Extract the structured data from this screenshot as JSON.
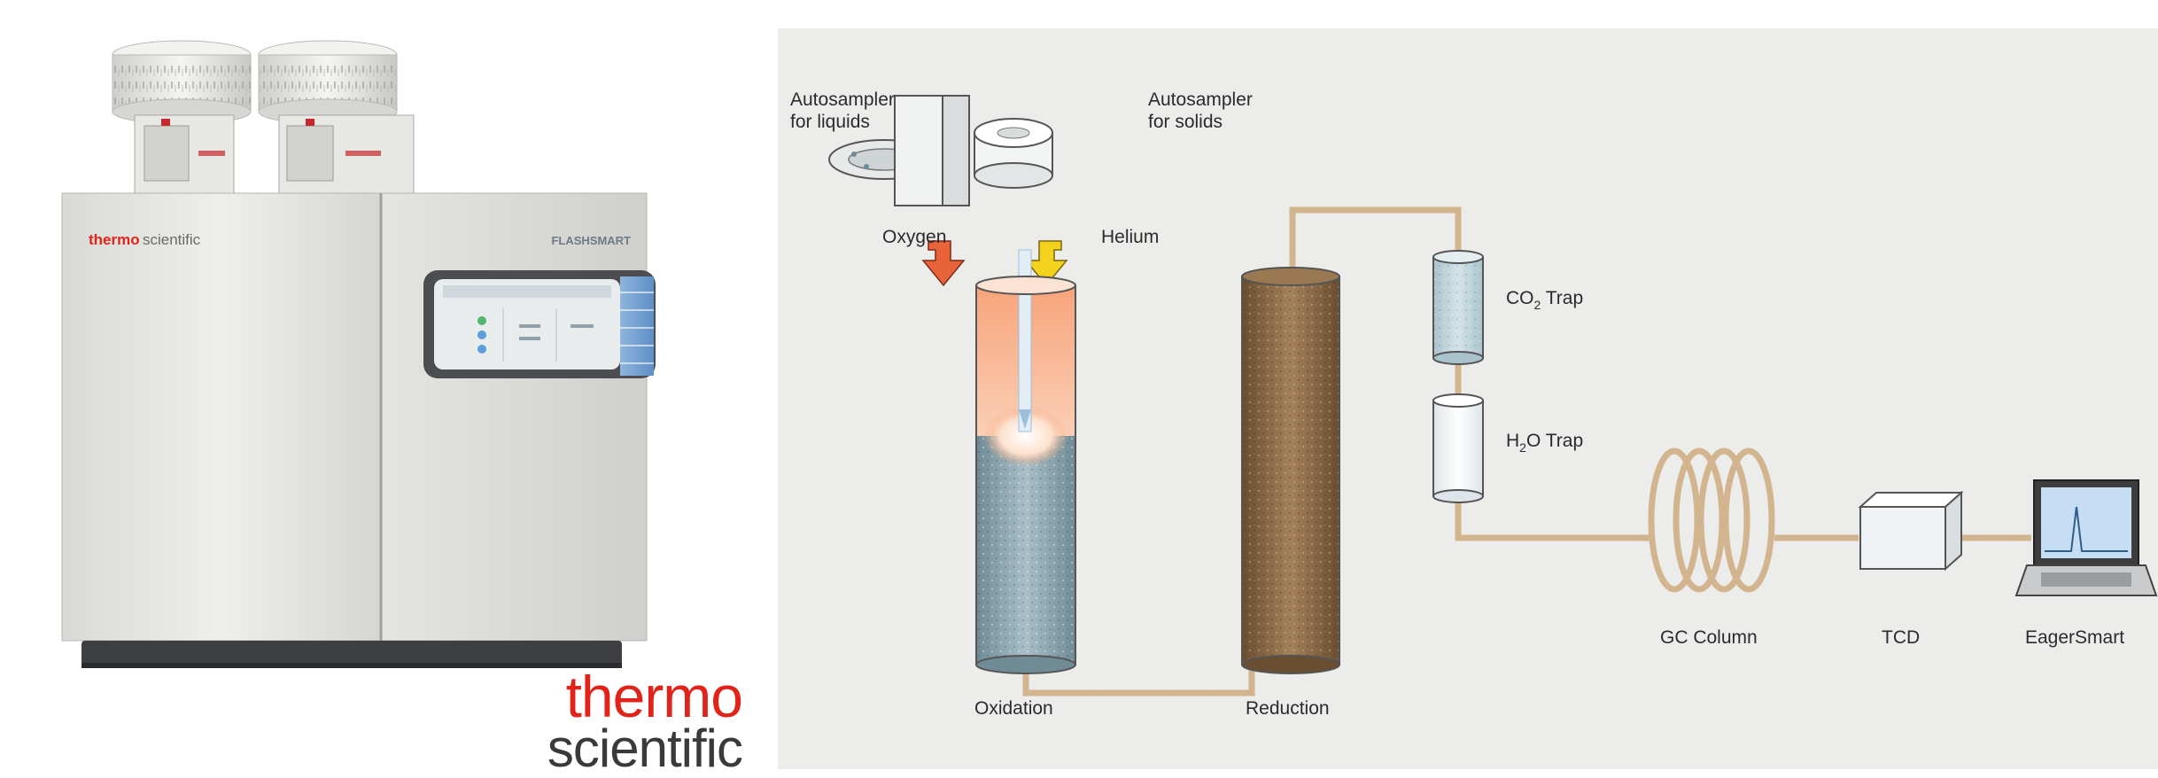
{
  "colors": {
    "brand_red": "#e2231a",
    "tube": "#d2b58f",
    "oxidation_fill": "#8aa3ad",
    "reduction_fill": "#8a6a44",
    "oxygen_arrow": "#e8623a",
    "helium_arrow": "#f2d21c"
  },
  "photo": {
    "panel_brand_red": "thermo",
    "panel_brand_gray": "scientific",
    "product_name": "FLASHSMART",
    "logo_line1": "thermo",
    "logo_line2": "scientific"
  },
  "diagram": {
    "labels": {
      "autosampler_liquids_1": "Autosampler",
      "autosampler_liquids_2": "for liquids",
      "autosampler_solids_1": "Autosampler",
      "autosampler_solids_2": "for solids",
      "oxygen": "Oxygen",
      "helium": "Helium",
      "co2_trap_pre": "CO",
      "co2_trap_sub": "2",
      "co2_trap_post": " Trap",
      "h2o_trap_pre": "H",
      "h2o_trap_sub": "2",
      "h2o_trap_post": "O Trap",
      "oxidation": "Oxidation",
      "reduction": "Reduction",
      "gc_column": "GC Column",
      "tcd": "TCD",
      "eager_smart": "EagerSmart"
    }
  }
}
